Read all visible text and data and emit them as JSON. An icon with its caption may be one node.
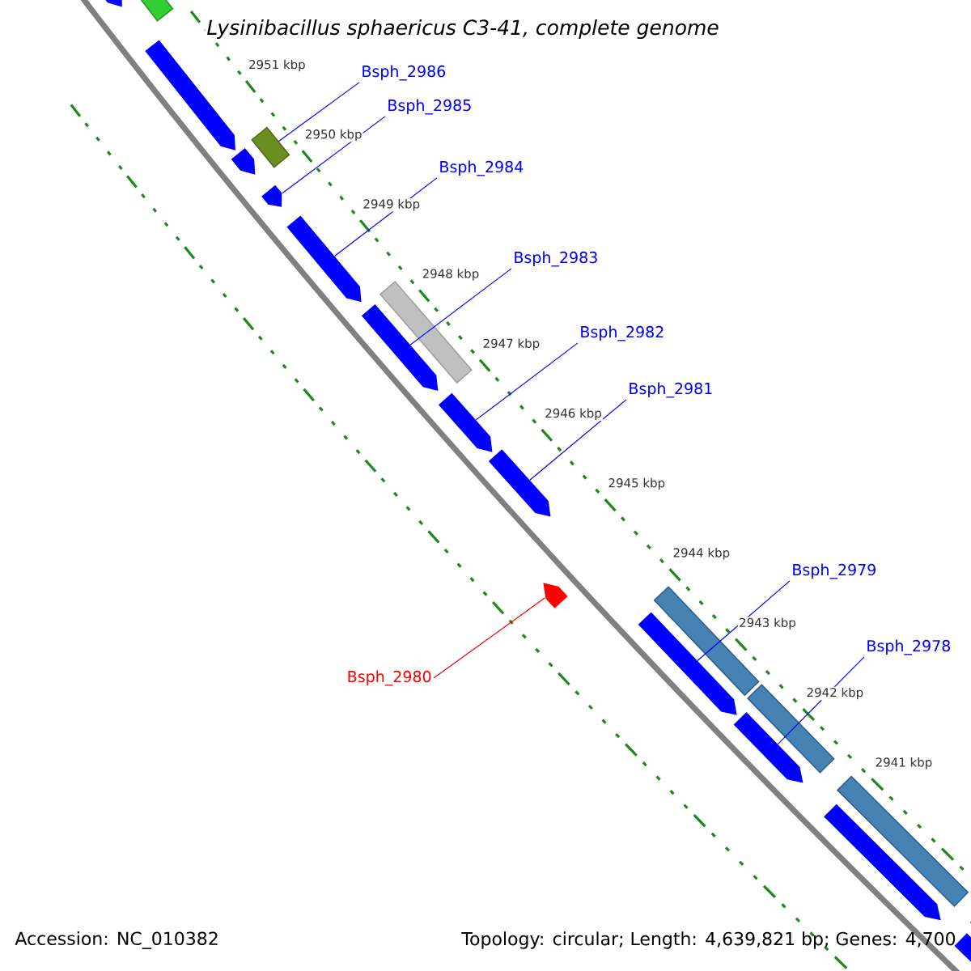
{
  "diagram": {
    "title": "Lysinibacillus sphaericus C3-41, complete genome",
    "nodes": [
      {
        "text": [
          "Bsph_2986"
        ]
      },
      {
        "text": [
          "Bsph_2985"
        ]
      },
      {
        "text": [
          "Bsph_2984"
        ]
      },
      {
        "text": [
          "Bsph_2983"
        ]
      },
      {
        "text": [
          "Bsph_2982"
        ]
      },
      {
        "text": [
          "Bsph_2981"
        ]
      },
      {
        "text": [
          "Bsph_2979"
        ]
      },
      {
        "text": [
          "Bsph_2978"
        ]
      },
      {
        "text": [
          "Bsph_2980"
        ]
      },
      {
        "text": [],
        "shape": "box"
      },
      {
        "text": [],
        "shape": "pentagon"
      },
      {
        "text": [],
        "shape": "pentagon"
      },
      {
        "text": [],
        "shape": "box"
      },
      {
        "text": [],
        "shape": "pentagon"
      },
      {
        "text": [],
        "shape": "pentagon"
      },
      {
        "text": [],
        "shape": "pentagon"
      },
      {
        "text": [],
        "shape": "box"
      },
      {
        "text": [],
        "shape": "pentagon"
      },
      {
        "text": [],
        "shape": "pentagon"
      },
      {
        "text": [],
        "shape": "pentagon"
      },
      {
        "text": [],
        "shape": "pentagon"
      },
      {
        "text": [],
        "shape": "box"
      },
      {
        "text": [],
        "shape": "pentagon"
      },
      {
        "text": [],
        "shape": "box"
      },
      {
        "text": [],
        "shape": "pentagon"
      },
      {
        "text": [],
        "shape": "box"
      },
      {
        "text": [],
        "shape": "pentagon"
      },
      {
        "text": [],
        "shape": "box"
      },
      {
        "text": [],
        "shape": "pentagon"
      }
    ],
    "edges": [
      {
        "from": 0,
        "to": 12,
        "arrow": "none"
      },
      {
        "from": 1,
        "to": 14,
        "arrow": "none"
      },
      {
        "from": 2,
        "to": 15,
        "arrow": "none"
      },
      {
        "from": 3,
        "to": 17,
        "arrow": "none"
      },
      {
        "from": 4,
        "to": 18,
        "arrow": "none"
      },
      {
        "from": 5,
        "to": 19,
        "arrow": "none"
      },
      {
        "from": 6,
        "to": 22,
        "arrow": "none"
      },
      {
        "from": 7,
        "to": 24,
        "arrow": "none"
      },
      {
        "from": 8,
        "to": 20,
        "arrow": "none",
        "color": "#ff0000"
      }
    ],
    "labels": [
      "2951 kbp",
      "2950 kbp",
      "2949 kbp",
      "2948 kbp",
      "2947 kbp",
      "2946 kbp",
      "2945 kbp",
      "2944 kbp",
      "2943 kbp",
      "2942 kbp",
      "2941 kbp",
      "Accession: NC_010382",
      "Topology: circular; Length: 4,639,821 bp; Genes: 4,700"
    ]
  }
}
